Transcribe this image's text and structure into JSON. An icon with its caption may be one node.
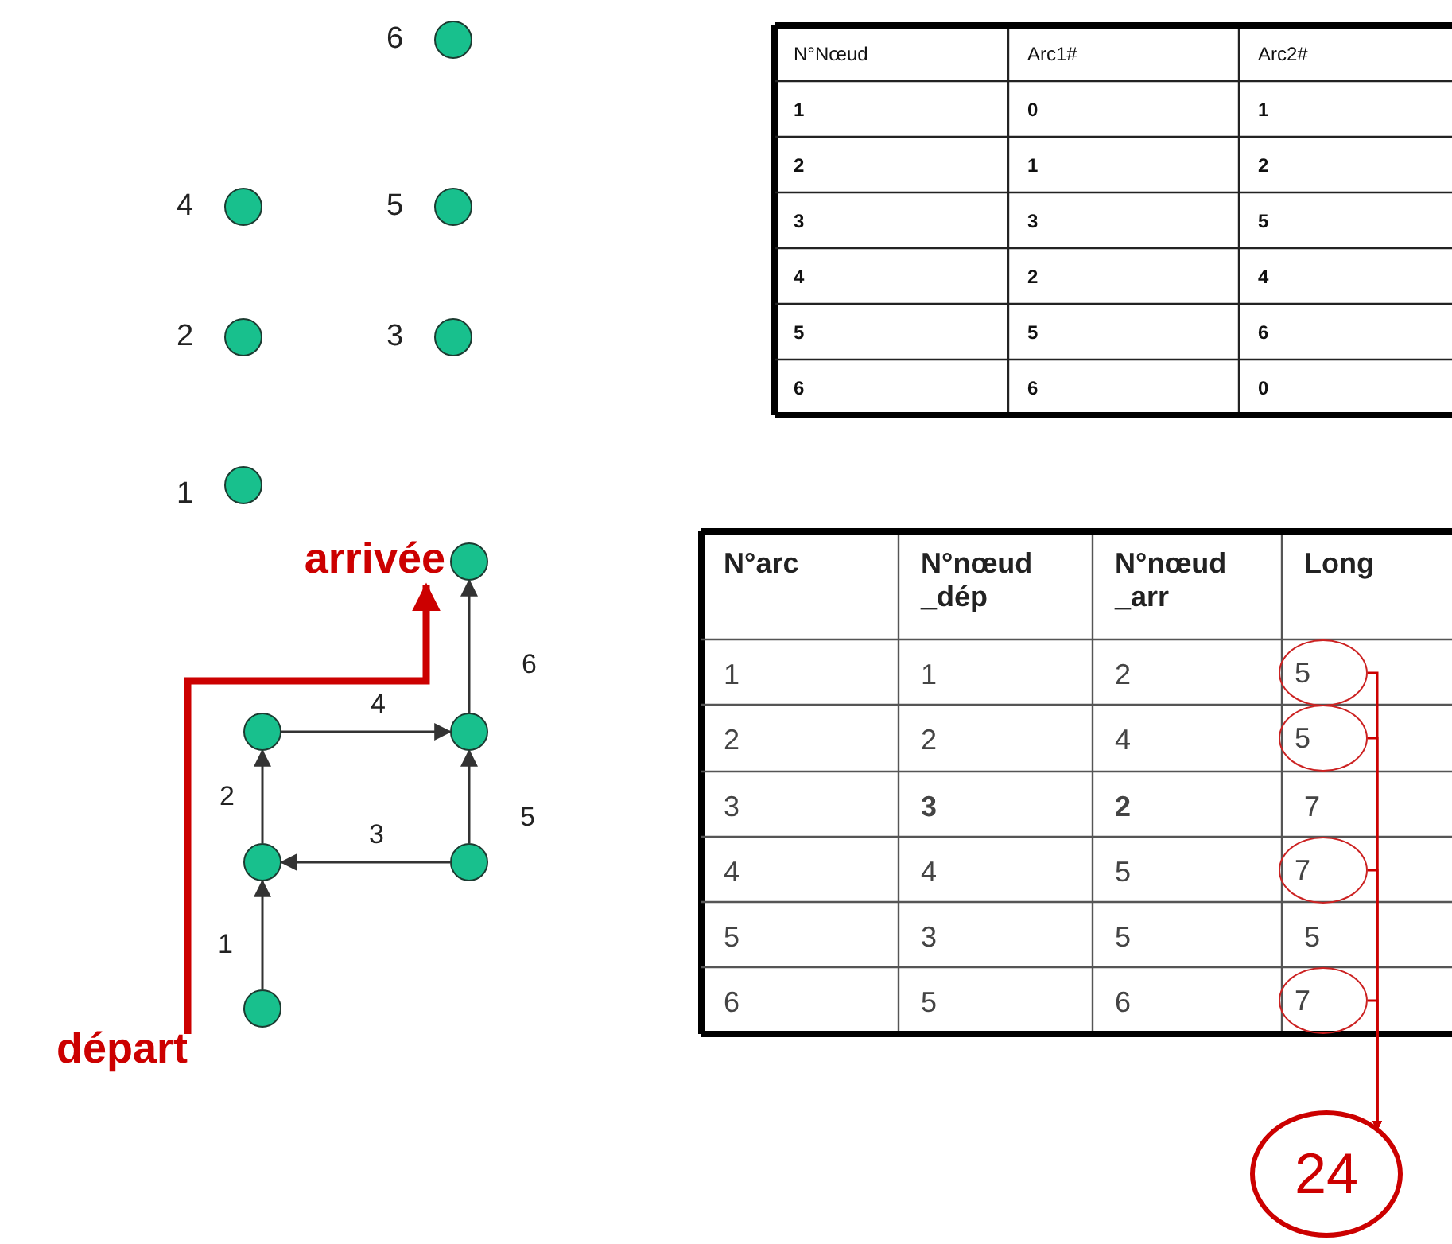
{
  "diagram": {
    "nodes": [
      {
        "text": [],
        "shape": "circle",
        "beside": [
          "6"
        ]
      },
      {
        "text": [],
        "shape": "circle",
        "beside": [
          "4"
        ]
      },
      {
        "text": [],
        "shape": "circle",
        "beside": [
          "5"
        ]
      },
      {
        "text": [],
        "shape": "circle",
        "beside": [
          "2"
        ]
      },
      {
        "text": [],
        "shape": "circle",
        "beside": [
          "3"
        ]
      },
      {
        "text": [],
        "shape": "circle",
        "beside": [
          "1"
        ]
      },
      {
        "text": [
          "arrivée"
        ]
      },
      {
        "text": [],
        "shape": "circle"
      },
      {
        "text": [],
        "shape": "circle"
      },
      {
        "text": [],
        "shape": "circle"
      },
      {
        "text": [],
        "shape": "circle"
      },
      {
        "text": [],
        "shape": "circle"
      },
      {
        "text": [],
        "shape": "circle"
      },
      {
        "text": [
          "départ"
        ]
      },
      {
        "text": [
          "5"
        ]
      },
      {
        "text": [
          "5"
        ]
      },
      {
        "text": [
          "7"
        ]
      },
      {
        "text": [
          "7"
        ]
      },
      {
        "text": [
          "24"
        ]
      }
    ],
    "edges": [
      {
        "from": 12,
        "to": 10,
        "arrow": "to",
        "label": "1"
      },
      {
        "from": 10,
        "to": 8,
        "arrow": "to",
        "label": "2"
      },
      {
        "from": 11,
        "to": 10,
        "arrow": "to",
        "label": "3"
      },
      {
        "from": 8,
        "to": 9,
        "arrow": "to",
        "label": "4"
      },
      {
        "from": 11,
        "to": 9,
        "arrow": "to",
        "label": "5"
      },
      {
        "from": 9,
        "to": 7,
        "arrow": "to",
        "label": "6"
      },
      {
        "from": 13,
        "to": 6,
        "arrow": "to",
        "style": "thick",
        "color": "#cc0000"
      },
      {
        "from": 14,
        "to": 18,
        "arrow": "to",
        "color": "#cc0000"
      },
      {
        "from": 15,
        "to": 18,
        "arrow": "to",
        "color": "#cc0000"
      },
      {
        "from": 16,
        "to": 18,
        "arrow": "to",
        "color": "#cc0000"
      },
      {
        "from": 17,
        "to": 18,
        "arrow": "to",
        "color": "#cc0000"
      }
    ],
    "labels": [
      "N°Nœud",
      "Arc1#",
      "Arc2#",
      "1",
      "0",
      "1",
      "2",
      "1",
      "2",
      "3",
      "3",
      "5",
      "4",
      "2",
      "4",
      "5",
      "5",
      "6",
      "6",
      "6",
      "0",
      "N°arc",
      "N°nœud _dép",
      "N°nœud _arr",
      "Long",
      "1",
      "1",
      "2",
      "2",
      "2",
      "4",
      "3",
      "**3**",
      "**2**",
      "7",
      "4",
      "4",
      "5",
      "5",
      "3",
      "5",
      "5",
      "6",
      "5",
      "6"
    ]
  }
}
